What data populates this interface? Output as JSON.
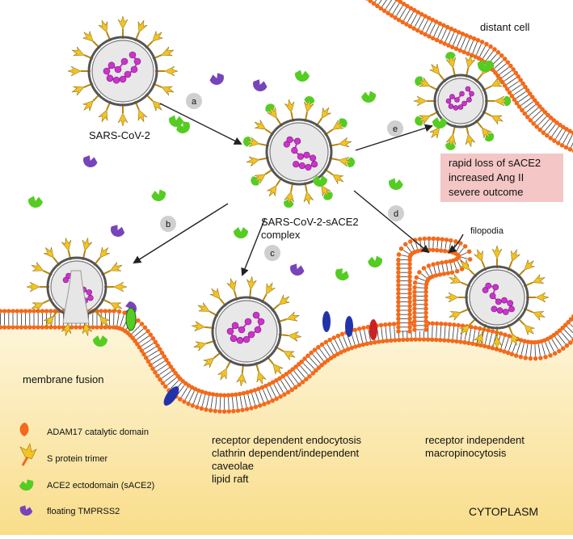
{
  "labels": {
    "virus": "SARS-CoV-2",
    "complex_line1": "SARS-CoV-2-sACE2",
    "complex_line2": "complex",
    "distant_cell": "distant cell",
    "filopodia": "filopodia",
    "membrane_fusion": "membrane fusion",
    "cytoplasm": "CYTOPLASM"
  },
  "steps": {
    "a": "a",
    "b": "b",
    "c": "c",
    "d": "d",
    "e": "e"
  },
  "outcome_box": {
    "lines": [
      "rapid loss of sACE2",
      "increased Ang II",
      "severe outcome"
    ]
  },
  "endocytosis_text": {
    "lines": [
      "receptor dependent endocytosis",
      "clathrin dependent/independent",
      "caveolae",
      "lipid raft"
    ]
  },
  "macropinocytosis_text": {
    "lines": [
      "receptor independent",
      "macropinocytosis"
    ]
  },
  "legend": {
    "items": [
      {
        "label": "ADAM17 catalytic domain",
        "icon": "adam17-icon"
      },
      {
        "label": "S protein trimer",
        "icon": "spike-icon"
      },
      {
        "label": "ACE2 ectodomain (sACE2)",
        "icon": "sace2-icon"
      },
      {
        "label": "floating TMPRSS2",
        "icon": "tmprss2-icon"
      }
    ]
  },
  "colors": {
    "membrane_heads": "#f26a1b",
    "spike": "#f2c324",
    "rna": "#cc33cc",
    "sace2": "#55cc22",
    "tmprss2": "#7744bb",
    "receptor_blue": "#2233aa",
    "adam17": "#cc2222",
    "outcome_box_bg": "#f4c6c6",
    "cytoplasm_bg": "#fbe7a6",
    "step_badge": "#cfcfcf"
  }
}
